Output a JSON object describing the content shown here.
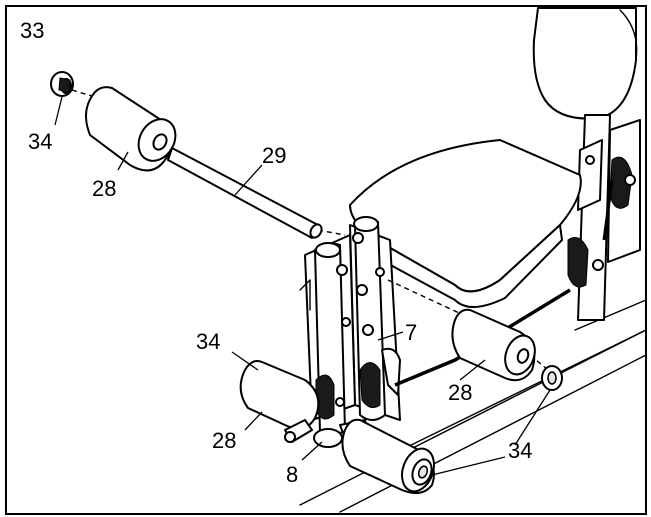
{
  "step_number": "33",
  "labels": {
    "part_34_top": "34",
    "part_28_top": "28",
    "part_29": "29",
    "part_34_left": "34",
    "part_28_left": "28",
    "part_7": "7",
    "part_28_right": "28",
    "part_8": "8",
    "part_34_bottom": "34"
  }
}
